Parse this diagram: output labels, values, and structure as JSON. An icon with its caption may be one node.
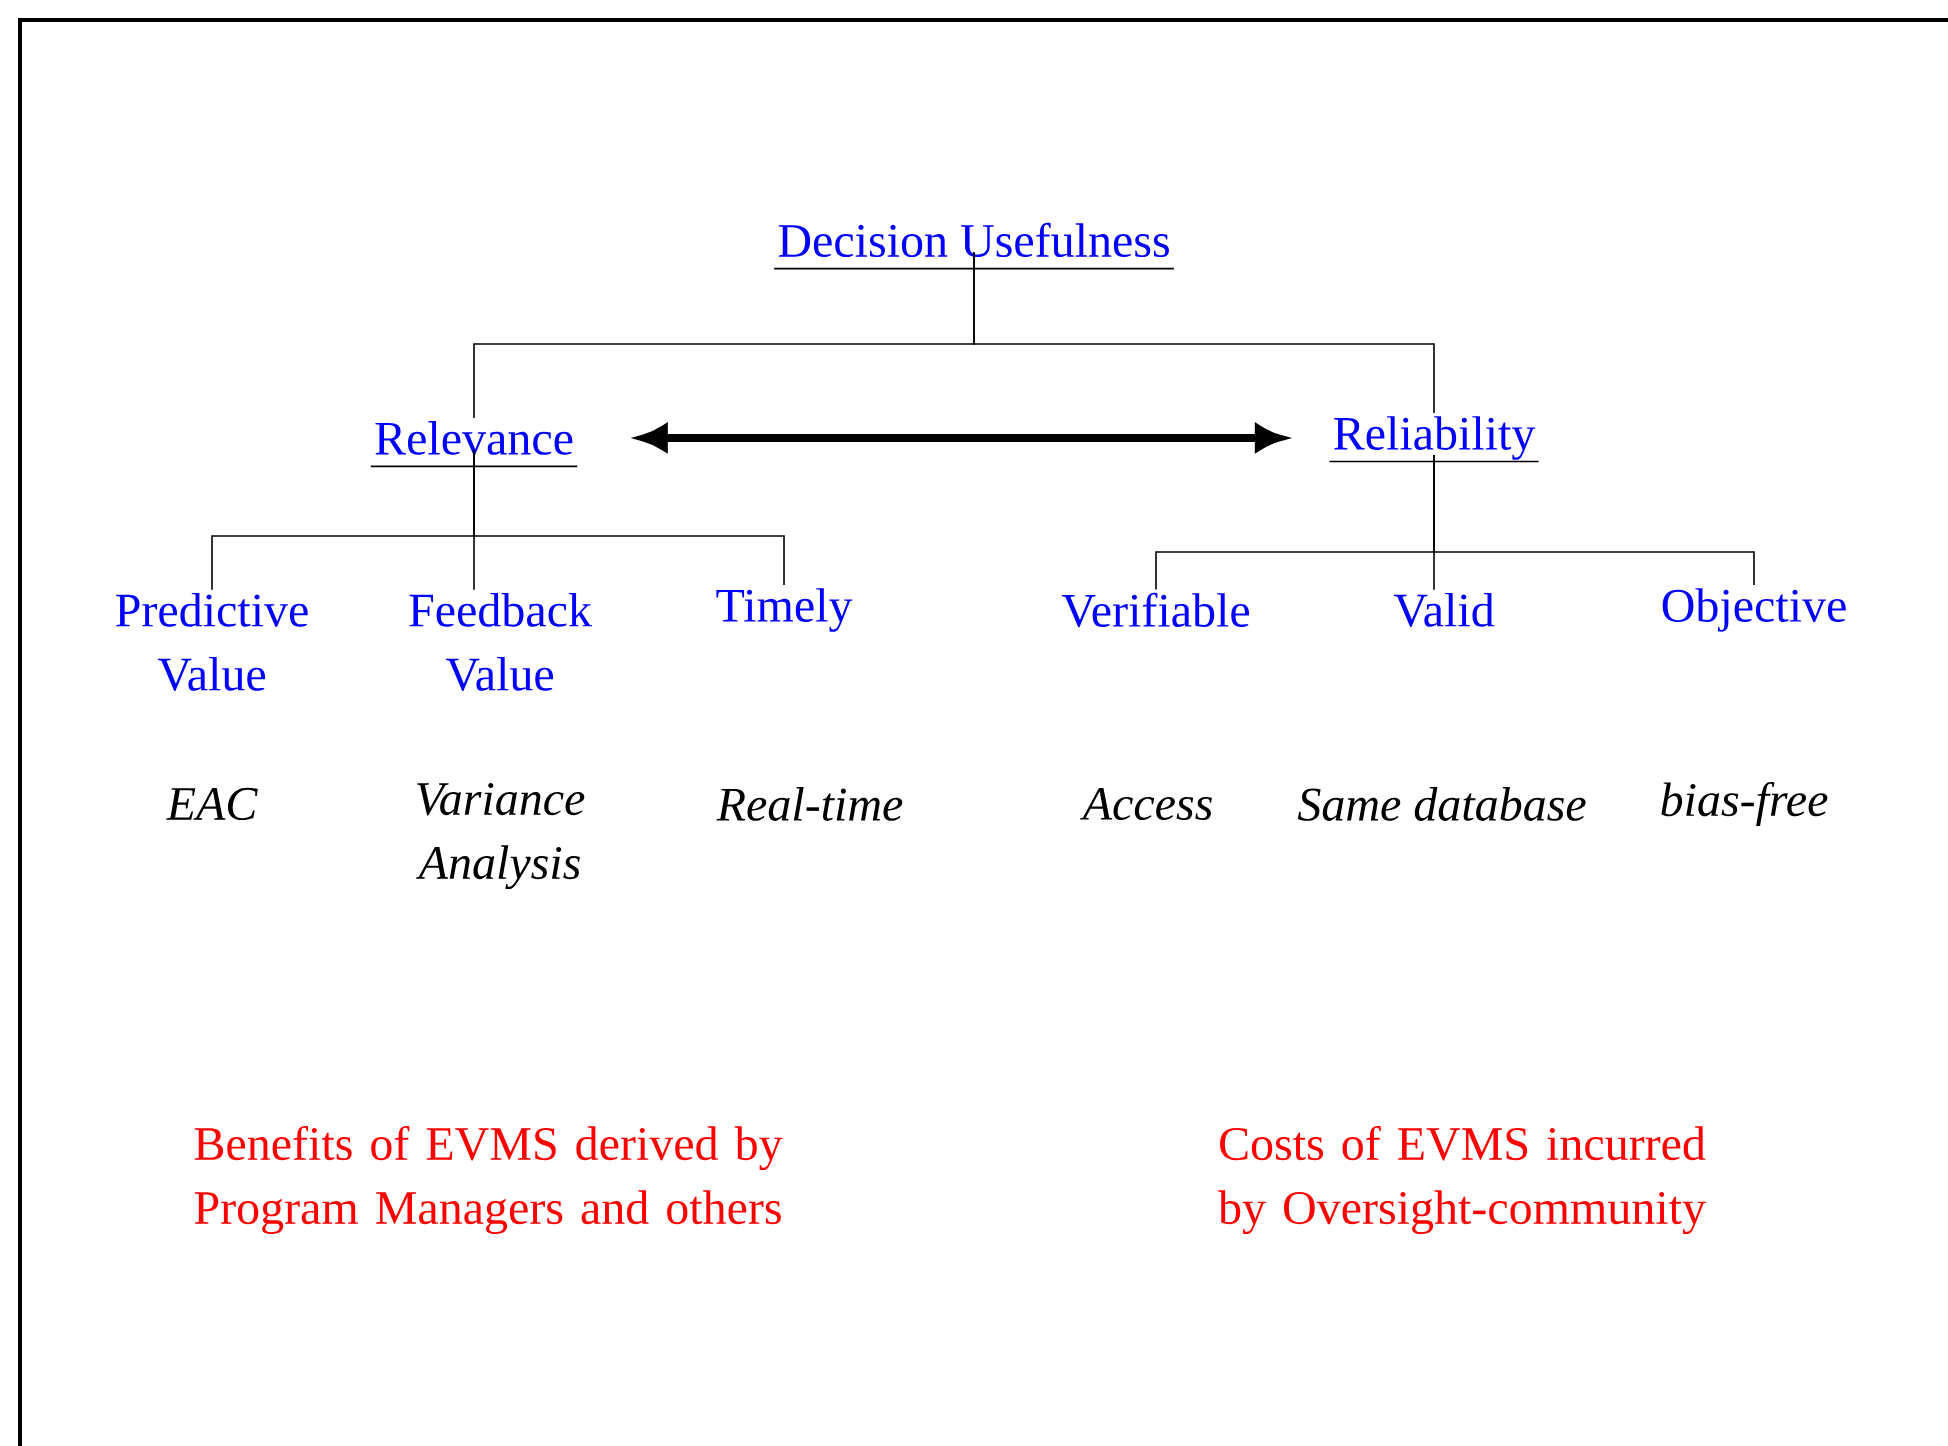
{
  "diagram": {
    "nodes": [
      {
        "text": [
          "Decision Usefulness"
        ]
      },
      {
        "text": [
          "Relevance"
        ]
      },
      {
        "text": [
          "Reliability"
        ]
      },
      {
        "text": [
          "Predictive Value"
        ],
        "beside": [
          "EAC"
        ]
      },
      {
        "text": [
          "Feedback Value"
        ],
        "beside": [
          "Variance Analysis"
        ]
      },
      {
        "text": [
          "Timely"
        ],
        "beside": [
          "Real-time"
        ]
      },
      {
        "text": [
          "Verifiable"
        ],
        "beside": [
          "Access"
        ]
      },
      {
        "text": [
          "Valid"
        ],
        "beside": [
          "Same database"
        ]
      },
      {
        "text": [
          "Objective"
        ],
        "beside": [
          "bias-free"
        ]
      }
    ],
    "edges": [
      {
        "from": 0,
        "to": 1,
        "arrow": "none"
      },
      {
        "from": 0,
        "to": 2,
        "arrow": "none"
      },
      {
        "from": 1,
        "to": 2,
        "arrow": "both",
        "style": "thick"
      },
      {
        "from": 1,
        "to": 3,
        "arrow": "none"
      },
      {
        "from": 1,
        "to": 4,
        "arrow": "none"
      },
      {
        "from": 1,
        "to": 5,
        "arrow": "none"
      },
      {
        "from": 2,
        "to": 6,
        "arrow": "none"
      },
      {
        "from": 2,
        "to": 7,
        "arrow": "none"
      },
      {
        "from": 2,
        "to": 8,
        "arrow": "none"
      }
    ],
    "labels": [
      "Benefits of EVMS derived by Program Managers and others",
      "Costs of EVMS incurred by Oversight-community"
    ]
  }
}
